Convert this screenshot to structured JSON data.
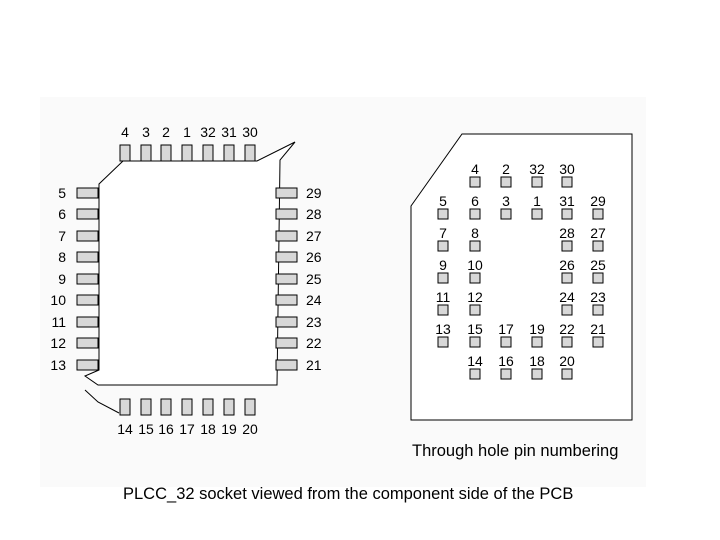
{
  "plcc": {
    "top_pins": [
      "4",
      "3",
      "2",
      "1",
      "32",
      "31",
      "30"
    ],
    "left_pins": [
      "5",
      "6",
      "7",
      "8",
      "9",
      "10",
      "11",
      "12",
      "13"
    ],
    "right_pins": [
      "29",
      "28",
      "27",
      "26",
      "25",
      "24",
      "23",
      "22",
      "21"
    ],
    "bottom_pins": [
      "14",
      "15",
      "16",
      "17",
      "18",
      "19",
      "20"
    ]
  },
  "through_hole": {
    "caption": "Through hole pin numbering",
    "rows": [
      [
        "4",
        "2",
        "32",
        "30"
      ],
      [
        "5",
        "6",
        "3",
        "1",
        "31",
        "29"
      ],
      [
        "7",
        "8",
        "28",
        "27"
      ],
      [
        "9",
        "10",
        "26",
        "25"
      ],
      [
        "11",
        "12",
        "24",
        "23"
      ],
      [
        "13",
        "15",
        "17",
        "19",
        "22",
        "21"
      ],
      [
        "14",
        "16",
        "18",
        "20"
      ]
    ]
  },
  "caption": "PLCC_32 socket viewed from the component side of the PCB"
}
